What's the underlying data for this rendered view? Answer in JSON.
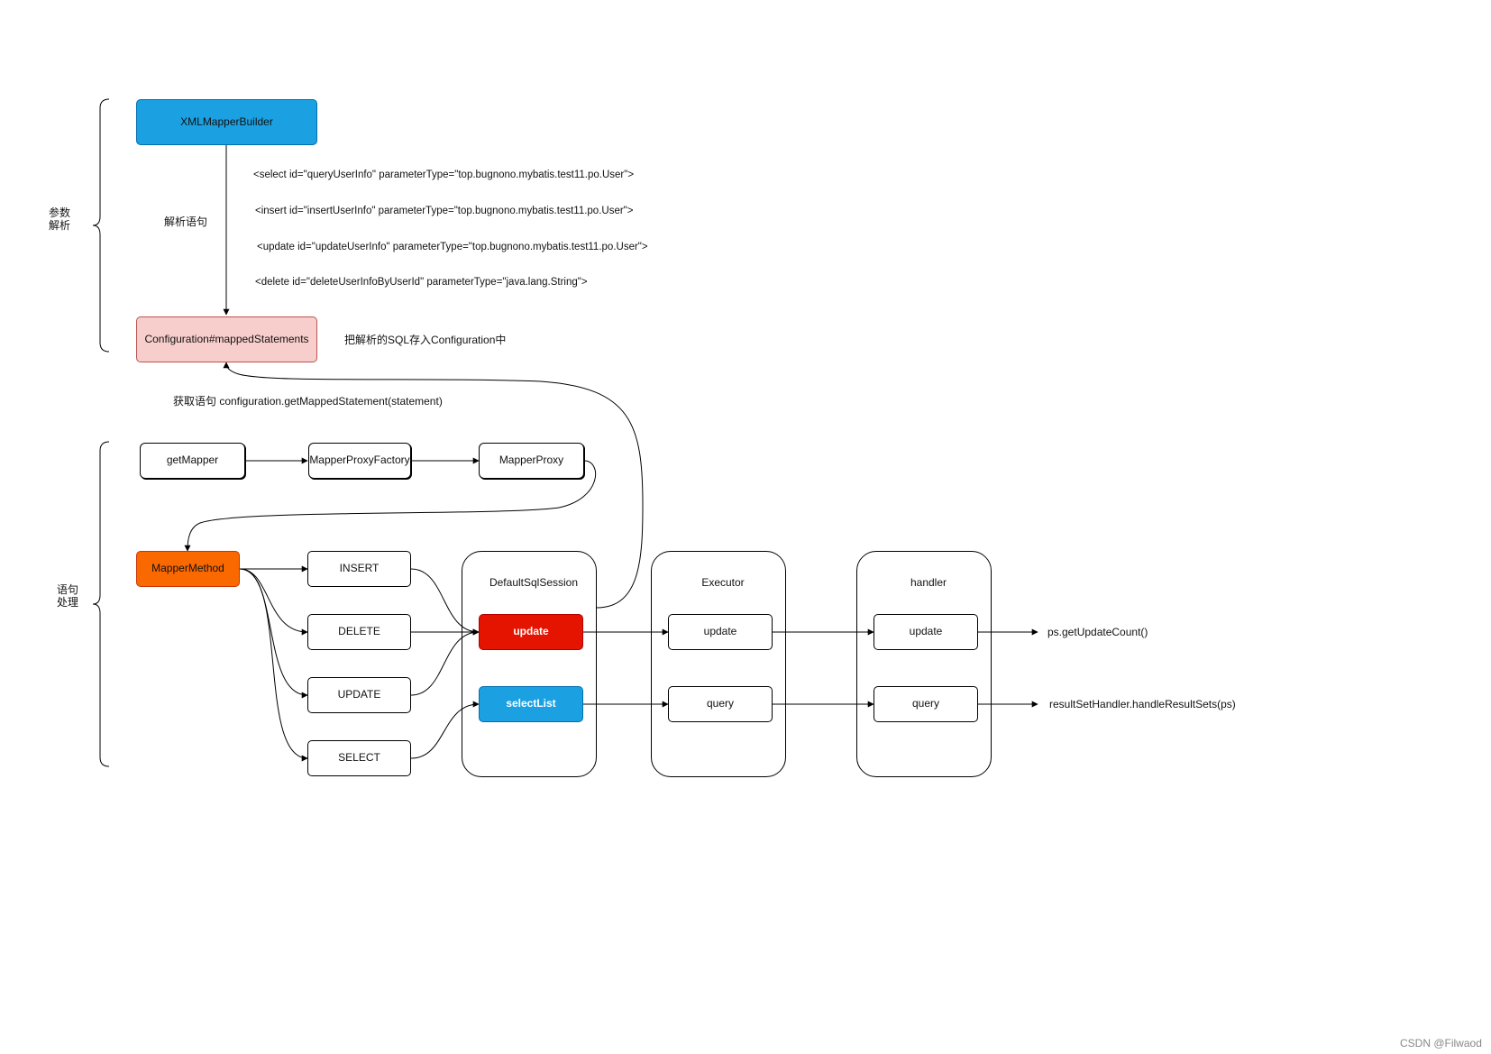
{
  "side_labels": {
    "param_parse": "参数\n解析",
    "statement_proc": "语句\n处理"
  },
  "nodes": {
    "xml_mapper_builder": "XMLMapperBuilder",
    "configuration": "Configuration#mappedStatements",
    "get_mapper": "getMapper",
    "mapper_proxy_factory": "MapperProxyFactory",
    "mapper_proxy": "MapperProxy",
    "mapper_method": "MapperMethod",
    "insert": "INSERT",
    "delete": "DELETE",
    "update_op": "UPDATE",
    "select_op": "SELECT"
  },
  "groups": {
    "sql_session": {
      "title": "DefaultSqlSession",
      "update": "update",
      "select_list": "selectList"
    },
    "executor": {
      "title": "Executor",
      "update": "update",
      "query": "query"
    },
    "handler": {
      "title": "handler",
      "update": "update",
      "query": "query"
    }
  },
  "annotations": {
    "parse_statement": "解析语句",
    "select_xml": "<select id=\"queryUserInfo\" parameterType=\"top.bugnono.mybatis.test11.po.User\">",
    "insert_xml": "<insert id=\"insertUserInfo\" parameterType=\"top.bugnono.mybatis.test11.po.User\">",
    "update_xml": "<update id=\"updateUserInfo\" parameterType=\"top.bugnono.mybatis.test11.po.User\">",
    "delete_xml": "<delete id=\"deleteUserInfoByUserId\" parameterType=\"java.lang.String\">",
    "store_sql": "把解析的SQL存入Configuration中",
    "get_statement": "获取语句 configuration.getMappedStatement(statement)",
    "update_result": "ps.getUpdateCount()",
    "query_result": "resultSetHandler.handleResultSets(ps)"
  },
  "watermark": "CSDN @Filwaod",
  "colors": {
    "xml_mapper_builder": "#1ba1e2",
    "configuration": "#f8cecc",
    "mapper_method": "#fa6800",
    "session_update": "#e51400",
    "session_select_list": "#1ba1e2"
  }
}
